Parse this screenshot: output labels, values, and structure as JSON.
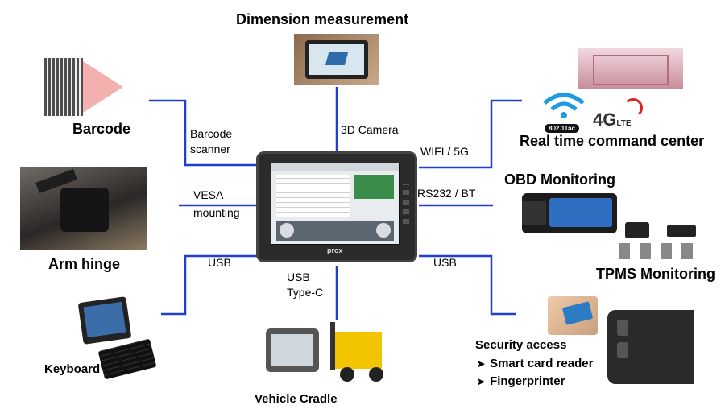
{
  "titles": {
    "dimension": "Dimension  measurement",
    "barcode": "Barcode",
    "arm_hinge": "Arm hinge",
    "keyboard": "Keyboard",
    "vehicle_cradle": "Vehicle Cradle",
    "real_time": "Real time command center",
    "obd": "OBD Monitoring",
    "tpms": "TPMS Monitoring",
    "security": "Security access",
    "security_items": [
      "Smart card reader",
      "Fingerprinter"
    ]
  },
  "connectors": {
    "barcode_scanner_1": "Barcode",
    "barcode_scanner_2": "scanner",
    "camera": "3D Camera",
    "vesa_1": "VESA",
    "vesa_2": "mounting",
    "usb_left": "USB",
    "usb_c_1": "USB",
    "usb_c_2": "Type-C",
    "wifi": "WIFI / 5G",
    "rs232": "RS232 / BT",
    "usb_right": "USB"
  },
  "device": {
    "brand": "prox"
  },
  "wifi_badge": {
    "label": "802.11ac",
    "lte": "4G",
    "lte_sub": "LTE"
  },
  "colors": {
    "line": "#1f3fd0",
    "tablet": "#2b2b2b"
  }
}
